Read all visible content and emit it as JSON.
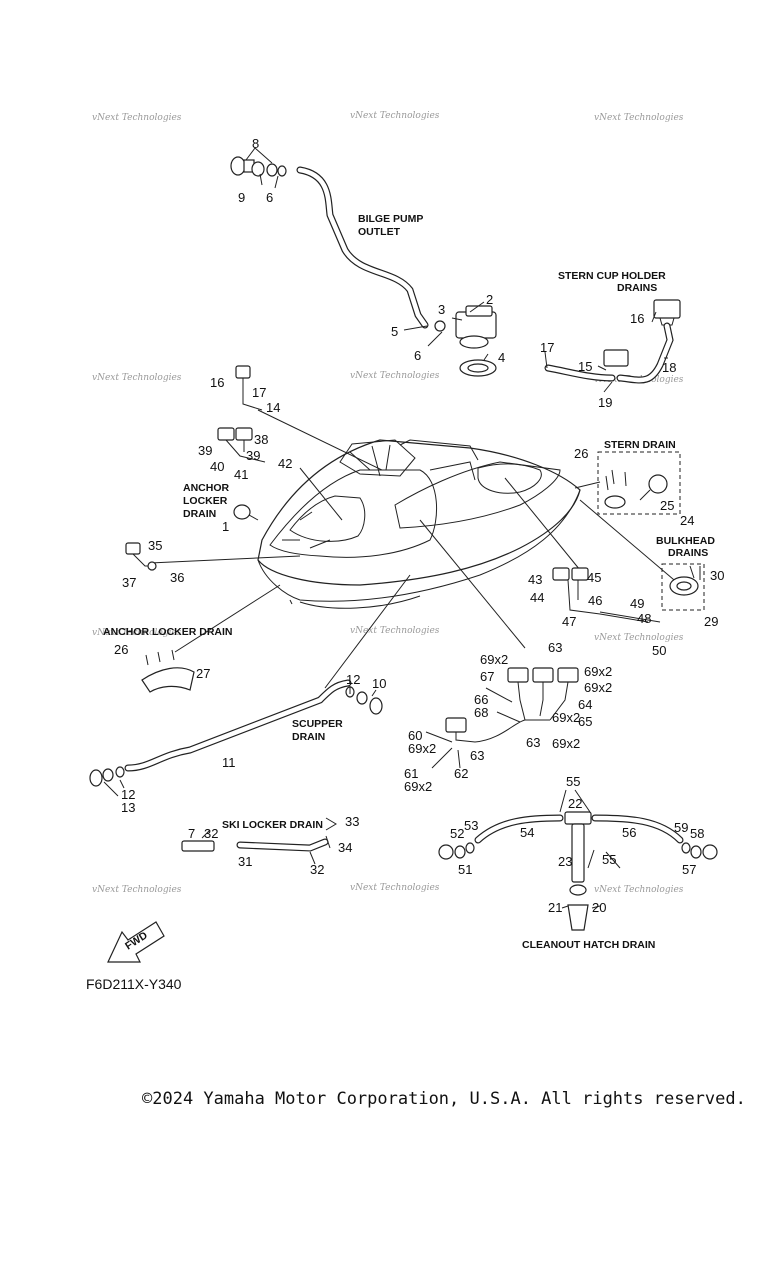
{
  "figure_code": "F6D211X-Y340",
  "copyright": "©2024 Yamaha Motor Corporation, U.S.A. All rights reserved.",
  "watermark": "vNext Technologies",
  "fwd_label": "FWD",
  "sections": {
    "bilge_pump_1": "BILGE PUMP",
    "bilge_pump_2": "OUTLET",
    "stern_cup_1": "STERN CUP HOLDER",
    "stern_cup_2": "DRAINS",
    "stern_drain": "STERN DRAIN",
    "anchor_locker_1": "ANCHOR",
    "anchor_locker_2": "LOCKER",
    "anchor_locker_3": "DRAIN",
    "bulkhead_1": "BULKHEAD",
    "bulkhead_2": "DRAINS",
    "anchor_locker_drain": "ANCHOR LOCKER DRAIN",
    "scupper_1": "SCUPPER",
    "scupper_2": "DRAIN",
    "ski_locker": "SKI LOCKER DRAIN",
    "cleanout": "CLEANOUT HATCH DRAIN"
  },
  "callouts": [
    "8",
    "9",
    "6",
    "2",
    "3",
    "5",
    "6",
    "4",
    "16",
    "17",
    "15",
    "18",
    "19",
    "16",
    "17",
    "14",
    "39",
    "38",
    "40",
    "39",
    "41",
    "42",
    "1",
    "26",
    "25",
    "24",
    "30",
    "29",
    "35",
    "37",
    "36",
    "43",
    "45",
    "44",
    "46",
    "47",
    "49",
    "48",
    "50",
    "26",
    "27",
    "63",
    "69x2",
    "67",
    "69x2",
    "66",
    "69x2",
    "68",
    "64",
    "69x2",
    "65",
    "69x2",
    "60",
    "69x2",
    "63",
    "63",
    "61",
    "62",
    "69x2",
    "12",
    "10",
    "11",
    "12",
    "13",
    "55",
    "22",
    "53",
    "52",
    "54",
    "56",
    "59",
    "58",
    "51",
    "55",
    "57",
    "23",
    "21",
    "20",
    "7",
    "32",
    "33",
    "31",
    "34",
    "32"
  ]
}
